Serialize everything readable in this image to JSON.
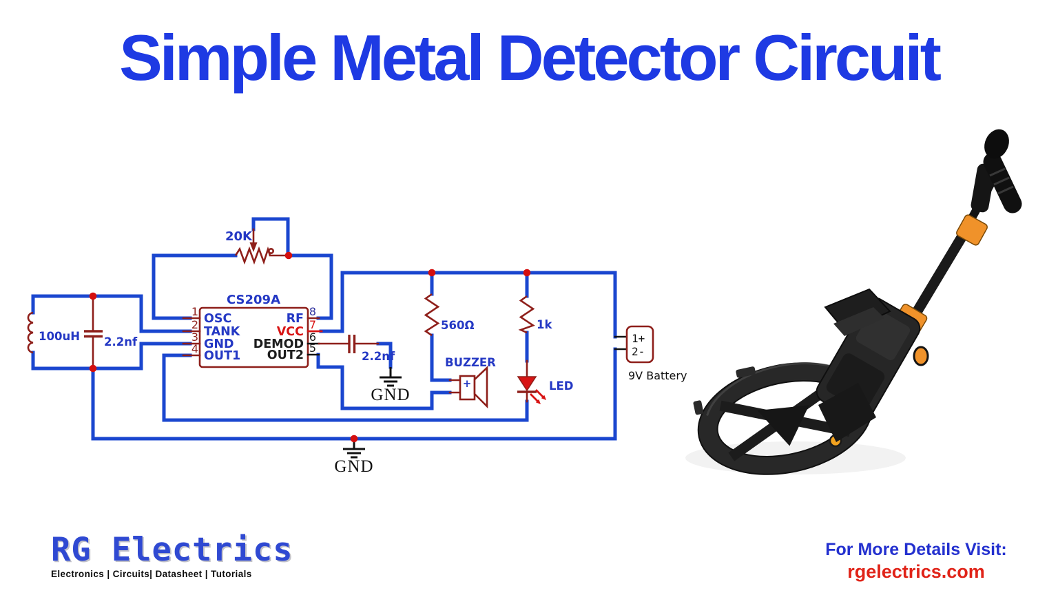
{
  "title": "Simple Metal Detector Circuit",
  "colors": {
    "title_blue": "#1e3ae3",
    "wire_blue": "#1a46cf",
    "label_blue": "#2438c4",
    "component_red": "#8e1f1a",
    "accent_red": "#d81414",
    "pin_navy": "#2d2f9e",
    "footer_blue": "#2330cf",
    "footer_red": "#e02318",
    "logo_blue": "#2f49d2",
    "detector_orange": "#f0922a"
  },
  "schematic": {
    "ic": {
      "name": "CS209A",
      "pins_left": [
        {
          "num": "1",
          "label": "OSC"
        },
        {
          "num": "2",
          "label": "TANK"
        },
        {
          "num": "3",
          "label": "GND"
        },
        {
          "num": "4",
          "label": "OUT1"
        }
      ],
      "pins_right": [
        {
          "num": "8",
          "label": "RF"
        },
        {
          "num": "7",
          "label": "VCC"
        },
        {
          "num": "6",
          "label": "DEMOD"
        },
        {
          "num": "5",
          "label": "OUT2"
        }
      ]
    },
    "labels": {
      "inductor": "100uH",
      "tank_cap": "2.2nf",
      "pot": "20K",
      "demod_cap": "2.2nf",
      "res_560": "560Ω",
      "res_1k": "1k",
      "buzzer": "BUZZER",
      "buzzer_plus": "+",
      "led": "LED",
      "battery_pos": "1+",
      "battery_neg": "2-",
      "battery_name": "9V Battery",
      "gnd_demod": "GND",
      "gnd_main": "GND"
    }
  },
  "footer": {
    "logo_title": "RG Electrics",
    "logo_tagline": "Electronics | Circuits| Datasheet | Tutorials",
    "visit_prompt": "For More Details Visit:",
    "visit_url": "rgelectrics.com"
  }
}
